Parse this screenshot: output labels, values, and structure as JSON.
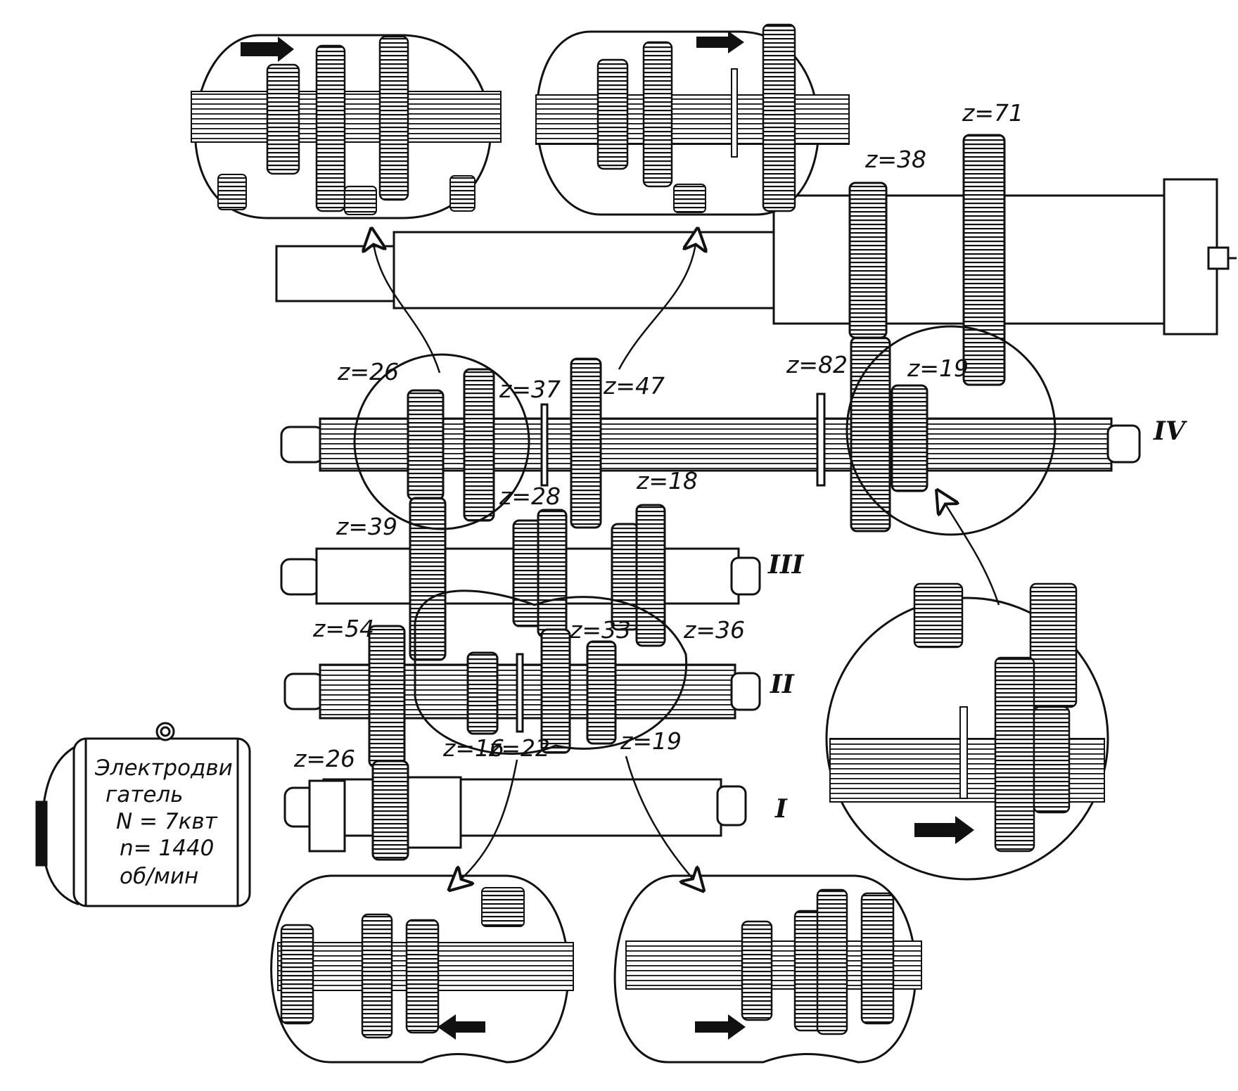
{
  "colors": {
    "ink": "#111111",
    "paper": "#ffffff",
    "fill": "#f4f4f4"
  },
  "motor": {
    "line1": "Электродви",
    "line2": "гатель",
    "line3": "N = 7квт",
    "line4": "n= 1440",
    "line5": "об/мин"
  },
  "shaft_labels": {
    "I": "I",
    "II": "II",
    "III": "III",
    "IV": "IV"
  },
  "gear_labels": {
    "z26_top": "z=26",
    "z37": "z=37",
    "z47": "z=47",
    "z38": "z=38",
    "z71": "z=71",
    "z82": "z=82",
    "z19_top": "z=19",
    "z28": "z=28",
    "z18": "z=18",
    "z39": "z=39",
    "z54": "z=54",
    "z33": "z=33",
    "z36": "z=36",
    "z16": "z=16",
    "z22": "z=22",
    "z19_bottom": "z=19",
    "z26_bottom": "z=26"
  },
  "icons": [
    "shift-arrow-right-icon",
    "shift-arrow-left-icon",
    "gear-icon",
    "shaft-icon",
    "motor-icon"
  ]
}
